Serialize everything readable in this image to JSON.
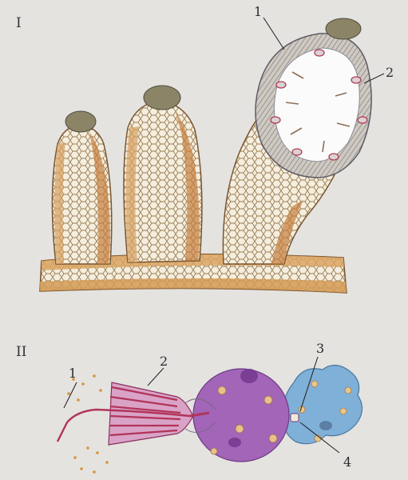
{
  "panel_I": {
    "label": "I",
    "callouts": [
      {
        "id": "1",
        "text": "1"
      },
      {
        "id": "2",
        "text": "2"
      }
    ]
  },
  "panel_II": {
    "label": "II",
    "callouts": [
      {
        "id": "1",
        "text": "1"
      },
      {
        "id": "2",
        "text": "2"
      },
      {
        "id": "3",
        "text": "3"
      },
      {
        "id": "4",
        "text": "4"
      }
    ]
  },
  "colors": {
    "background": "#e4e3e0",
    "body_wall": "#e0b46c",
    "body_wall_dark": "#b0733a",
    "cells": "#f3eee0",
    "tentacles": "#8c8467",
    "cnidocyte_purple": "#a265b8",
    "thread_red": "#c24a5c",
    "prey_blue": "#7fb0d8"
  }
}
